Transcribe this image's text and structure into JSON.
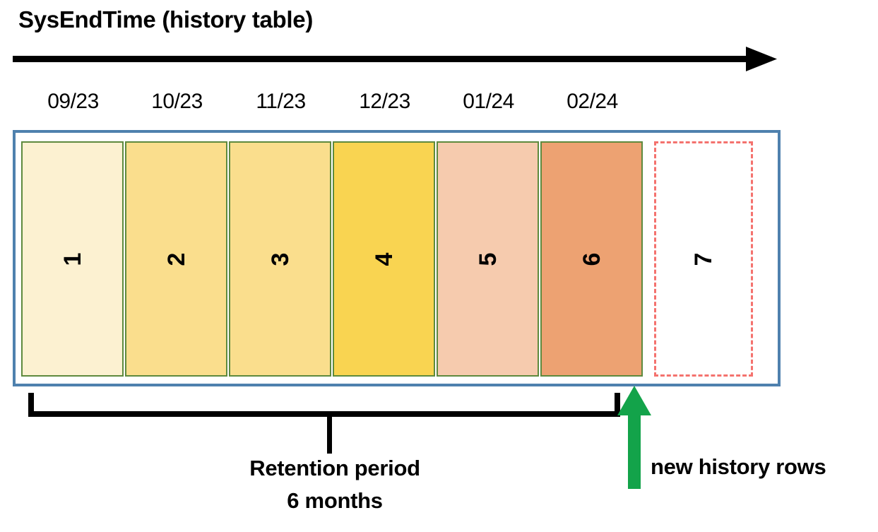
{
  "title": "SysEndTime (history table)",
  "timeline": {
    "axis_icon": "right-arrow-icon",
    "months": [
      "09/23",
      "10/23",
      "11/23",
      "12/23",
      "01/24",
      "02/24"
    ]
  },
  "history_table": {
    "border_color": "#4F81AE",
    "partitions": [
      {
        "number": "1",
        "fill": "#FCF1D1",
        "border": "#5E8A3E",
        "style": "solid"
      },
      {
        "number": "2",
        "fill": "#FADE8D",
        "border": "#5E8A3E",
        "style": "solid"
      },
      {
        "number": "3",
        "fill": "#FADE8D",
        "border": "#5E8A3E",
        "style": "solid"
      },
      {
        "number": "4",
        "fill": "#F9D451",
        "border": "#5E8A3E",
        "style": "solid"
      },
      {
        "number": "5",
        "fill": "#F6CBAE",
        "border": "#5E8A3E",
        "style": "solid"
      },
      {
        "number": "6",
        "fill": "#EDA272",
        "border": "#5E8A3E",
        "style": "solid"
      },
      {
        "number": "7",
        "fill": "#FFFFFF",
        "border": "#F4726E",
        "style": "dashed"
      }
    ]
  },
  "retention": {
    "label_line1": "Retention period",
    "label_line2": "6 months",
    "bracket_icon": "span-bracket-icon"
  },
  "new_rows": {
    "label": "new history rows",
    "arrow_icon": "up-arrow-icon",
    "arrow_color": "#13A34A"
  }
}
